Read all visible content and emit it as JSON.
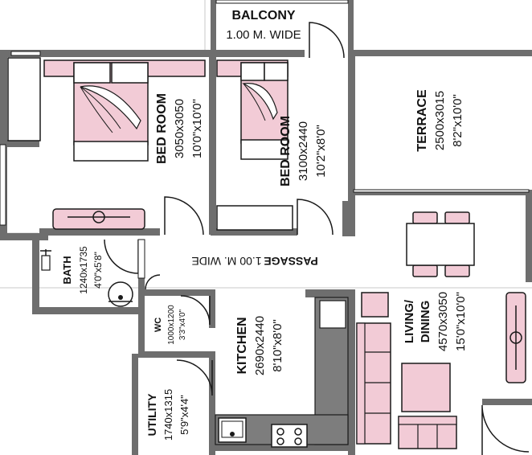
{
  "colors": {
    "wall": "#6e6e6e",
    "furniture_fill": "#f2cbd6",
    "line": "#1a1a1a",
    "floor": "#ffffff",
    "kitchen_counter": "#7d7d7d"
  },
  "rooms": {
    "balcony": {
      "name": "BALCONY",
      "size": "1.00 M. WIDE"
    },
    "bedroom_1": {
      "name": "BED ROOM",
      "size": "3050x3050",
      "imperial": "10'0\"x10'0\""
    },
    "bedroom_2": {
      "name": "BED ROOM",
      "size": "3100x2440",
      "imperial": "10'2\"x8'0\""
    },
    "terrace": {
      "name": "TERRACE",
      "size": "2500x3015",
      "imperial": "8'2\"x10'0\""
    },
    "passage": {
      "name": "PASSAGE",
      "size": "1.00 M. WIDE"
    },
    "bath": {
      "name": "BATH",
      "size": "1240x1735",
      "imperial": "4'0\"x5'8\""
    },
    "wc": {
      "name": "WC",
      "size": "1000x1200",
      "imperial": "3'3\"x4'0\""
    },
    "kitchen": {
      "name": "KITCHEN",
      "size": "2690x2440",
      "imperial": "8'10\"x8'0\""
    },
    "living": {
      "name": "LIVING/",
      "name2": "DINING",
      "size": "4570x3050",
      "imperial": "15'0\"x10'0\""
    },
    "utility": {
      "name": "UTILITY",
      "size": "1740x1315",
      "imperial": "5'9\"x4'4\""
    }
  },
  "icons": [
    "bed-icon",
    "dining-table-icon",
    "sofa-icon",
    "tv-unit-icon",
    "sink-icon",
    "stove-icon",
    "toilet-icon",
    "washbasin-icon",
    "door-swing-icon"
  ]
}
